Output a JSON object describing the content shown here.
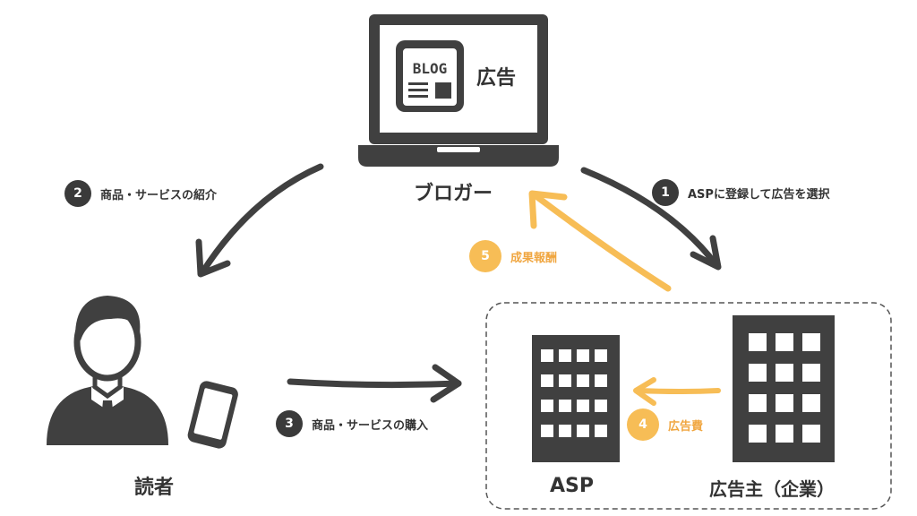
{
  "colors": {
    "dark": "#404040",
    "orange": "#f7bd56",
    "orange_text": "#f0a640",
    "frame": "#555555"
  },
  "laptop": {
    "screen_logo": "BLOG",
    "screen_text": "広告"
  },
  "nodes": {
    "blogger": "ブロガー",
    "reader": "読者",
    "asp": "ASP",
    "advertiser": "広告主（企業）"
  },
  "steps": [
    {
      "num": "1",
      "label": "ASPに登録して広告を選択",
      "tone": "dark"
    },
    {
      "num": "2",
      "label": "商品・サービスの紹介",
      "tone": "dark"
    },
    {
      "num": "3",
      "label": "商品・サービスの購入",
      "tone": "dark"
    },
    {
      "num": "4",
      "label": "広告費",
      "tone": "orange"
    },
    {
      "num": "5",
      "label": "成果報酬",
      "tone": "orange"
    }
  ],
  "icons": [
    "laptop-icon",
    "blog-icon",
    "person-icon",
    "smartphone-icon",
    "building-icon"
  ]
}
